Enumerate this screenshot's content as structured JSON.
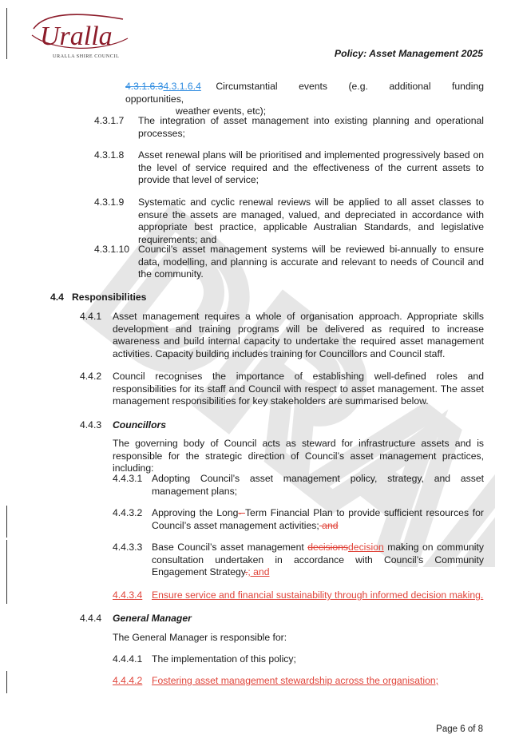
{
  "header": {
    "logo_text": "Uralla",
    "logo_subtext": "URALLA SHIRE COUNCIL",
    "title": "Policy: Asset Management 2025"
  },
  "watermark_text": "DRAFT",
  "sections": {
    "s4316": {
      "old_num": "4.3.1.6.3",
      "new_num": "4.3.1.6.4",
      "text_a": "Circumstantial events (e.g. additional funding opportunities,",
      "text_b": "weather events, etc);"
    },
    "s4317": {
      "num": "4.3.1.7",
      "text": "The integration of asset management into existing planning and operational processes;"
    },
    "s4318": {
      "num": "4.3.1.8",
      "text": "Asset renewal plans will be prioritised and implemented progressively based on the level of service required and the effectiveness of the current assets to provide that level of service;"
    },
    "s4319": {
      "num": "4.3.1.9",
      "text": "Systematic and cyclic renewal reviews will be applied to all asset classes to ensure the assets are managed, valued, and depreciated in accordance with appropriate best practice, applicable Australian Standards, and legislative requirements; and"
    },
    "s43110": {
      "num": "4.3.1.10",
      "text": "Council’s asset management systems will be reviewed bi-annually to ensure data, modelling, and planning is accurate and relevant to needs of Council and the community."
    },
    "s44": {
      "num": "4.4",
      "title": "Responsibilities"
    },
    "s441": {
      "num": "4.4.1",
      "text": "Asset management requires a whole of organisation approach. Appropriate skills development and training programs will be delivered as required to increase awareness and build internal capacity to undertake the required asset management activities. Capacity building includes training for Councillors and Council staff."
    },
    "s442": {
      "num": "4.4.2",
      "text": "Council recognises the importance of establishing well-defined roles and responsibilities for its staff and Council with respect to asset management. The asset management responsibilities for key stakeholders are summarised below."
    },
    "s443": {
      "num": "4.4.3",
      "title": "Councillors",
      "intro": "The governing body of Council acts as steward for infrastructure assets and is responsible for the strategic direction of Council’s asset management practices, including:"
    },
    "s4431": {
      "num": "4.4.3.1",
      "text": "Adopting Council’s asset management policy, strategy, and asset management plans;"
    },
    "s4432": {
      "num": "4.4.3.2",
      "text_a": "Approving the Long",
      "del_a": "- ",
      "text_b": "Term Financial Plan to provide sufficient resources for Council’s asset management activities;",
      "del_b": " and"
    },
    "s4433": {
      "num": "4.4.3.3",
      "text_a": "Base Council’s asset management ",
      "del_a": "decisions",
      "ins_a": "decision",
      "text_b": " making on community consultation undertaken in accordance with Council’s Community Engagement Strategy",
      "del_b": ".",
      "ins_b": "; and"
    },
    "s4434": {
      "num": "4.4.3.4",
      "text": "Ensure service and financial sustainability through informed decision making."
    },
    "s444": {
      "num": "4.4.4",
      "title": "General Manager",
      "intro": "The General Manager is responsible for:"
    },
    "s4441": {
      "num": "4.4.4.1",
      "text": "The implementation of this policy;"
    },
    "s4442": {
      "num": "4.4.4.2",
      "text": "Fostering asset management stewardship across the organisation;"
    }
  },
  "footer": {
    "page": "Page 6 of 8"
  }
}
